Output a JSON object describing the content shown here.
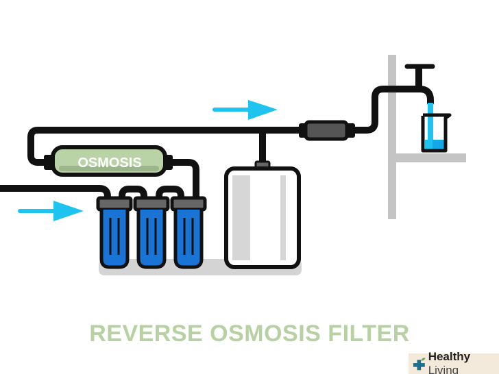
{
  "title": "REVERSE OSMOSIS FILTER",
  "membrane_label": "OSMOSIS",
  "logo": {
    "brand_bold": "Healthy",
    "brand_light": "Living"
  },
  "colors": {
    "pipe": "#111111",
    "arrow": "#1fc3f0",
    "filter": "#1a74d6",
    "membrane": "#b9d3a6",
    "title": "#b7d1a3",
    "wall": "#c4c4c4"
  }
}
